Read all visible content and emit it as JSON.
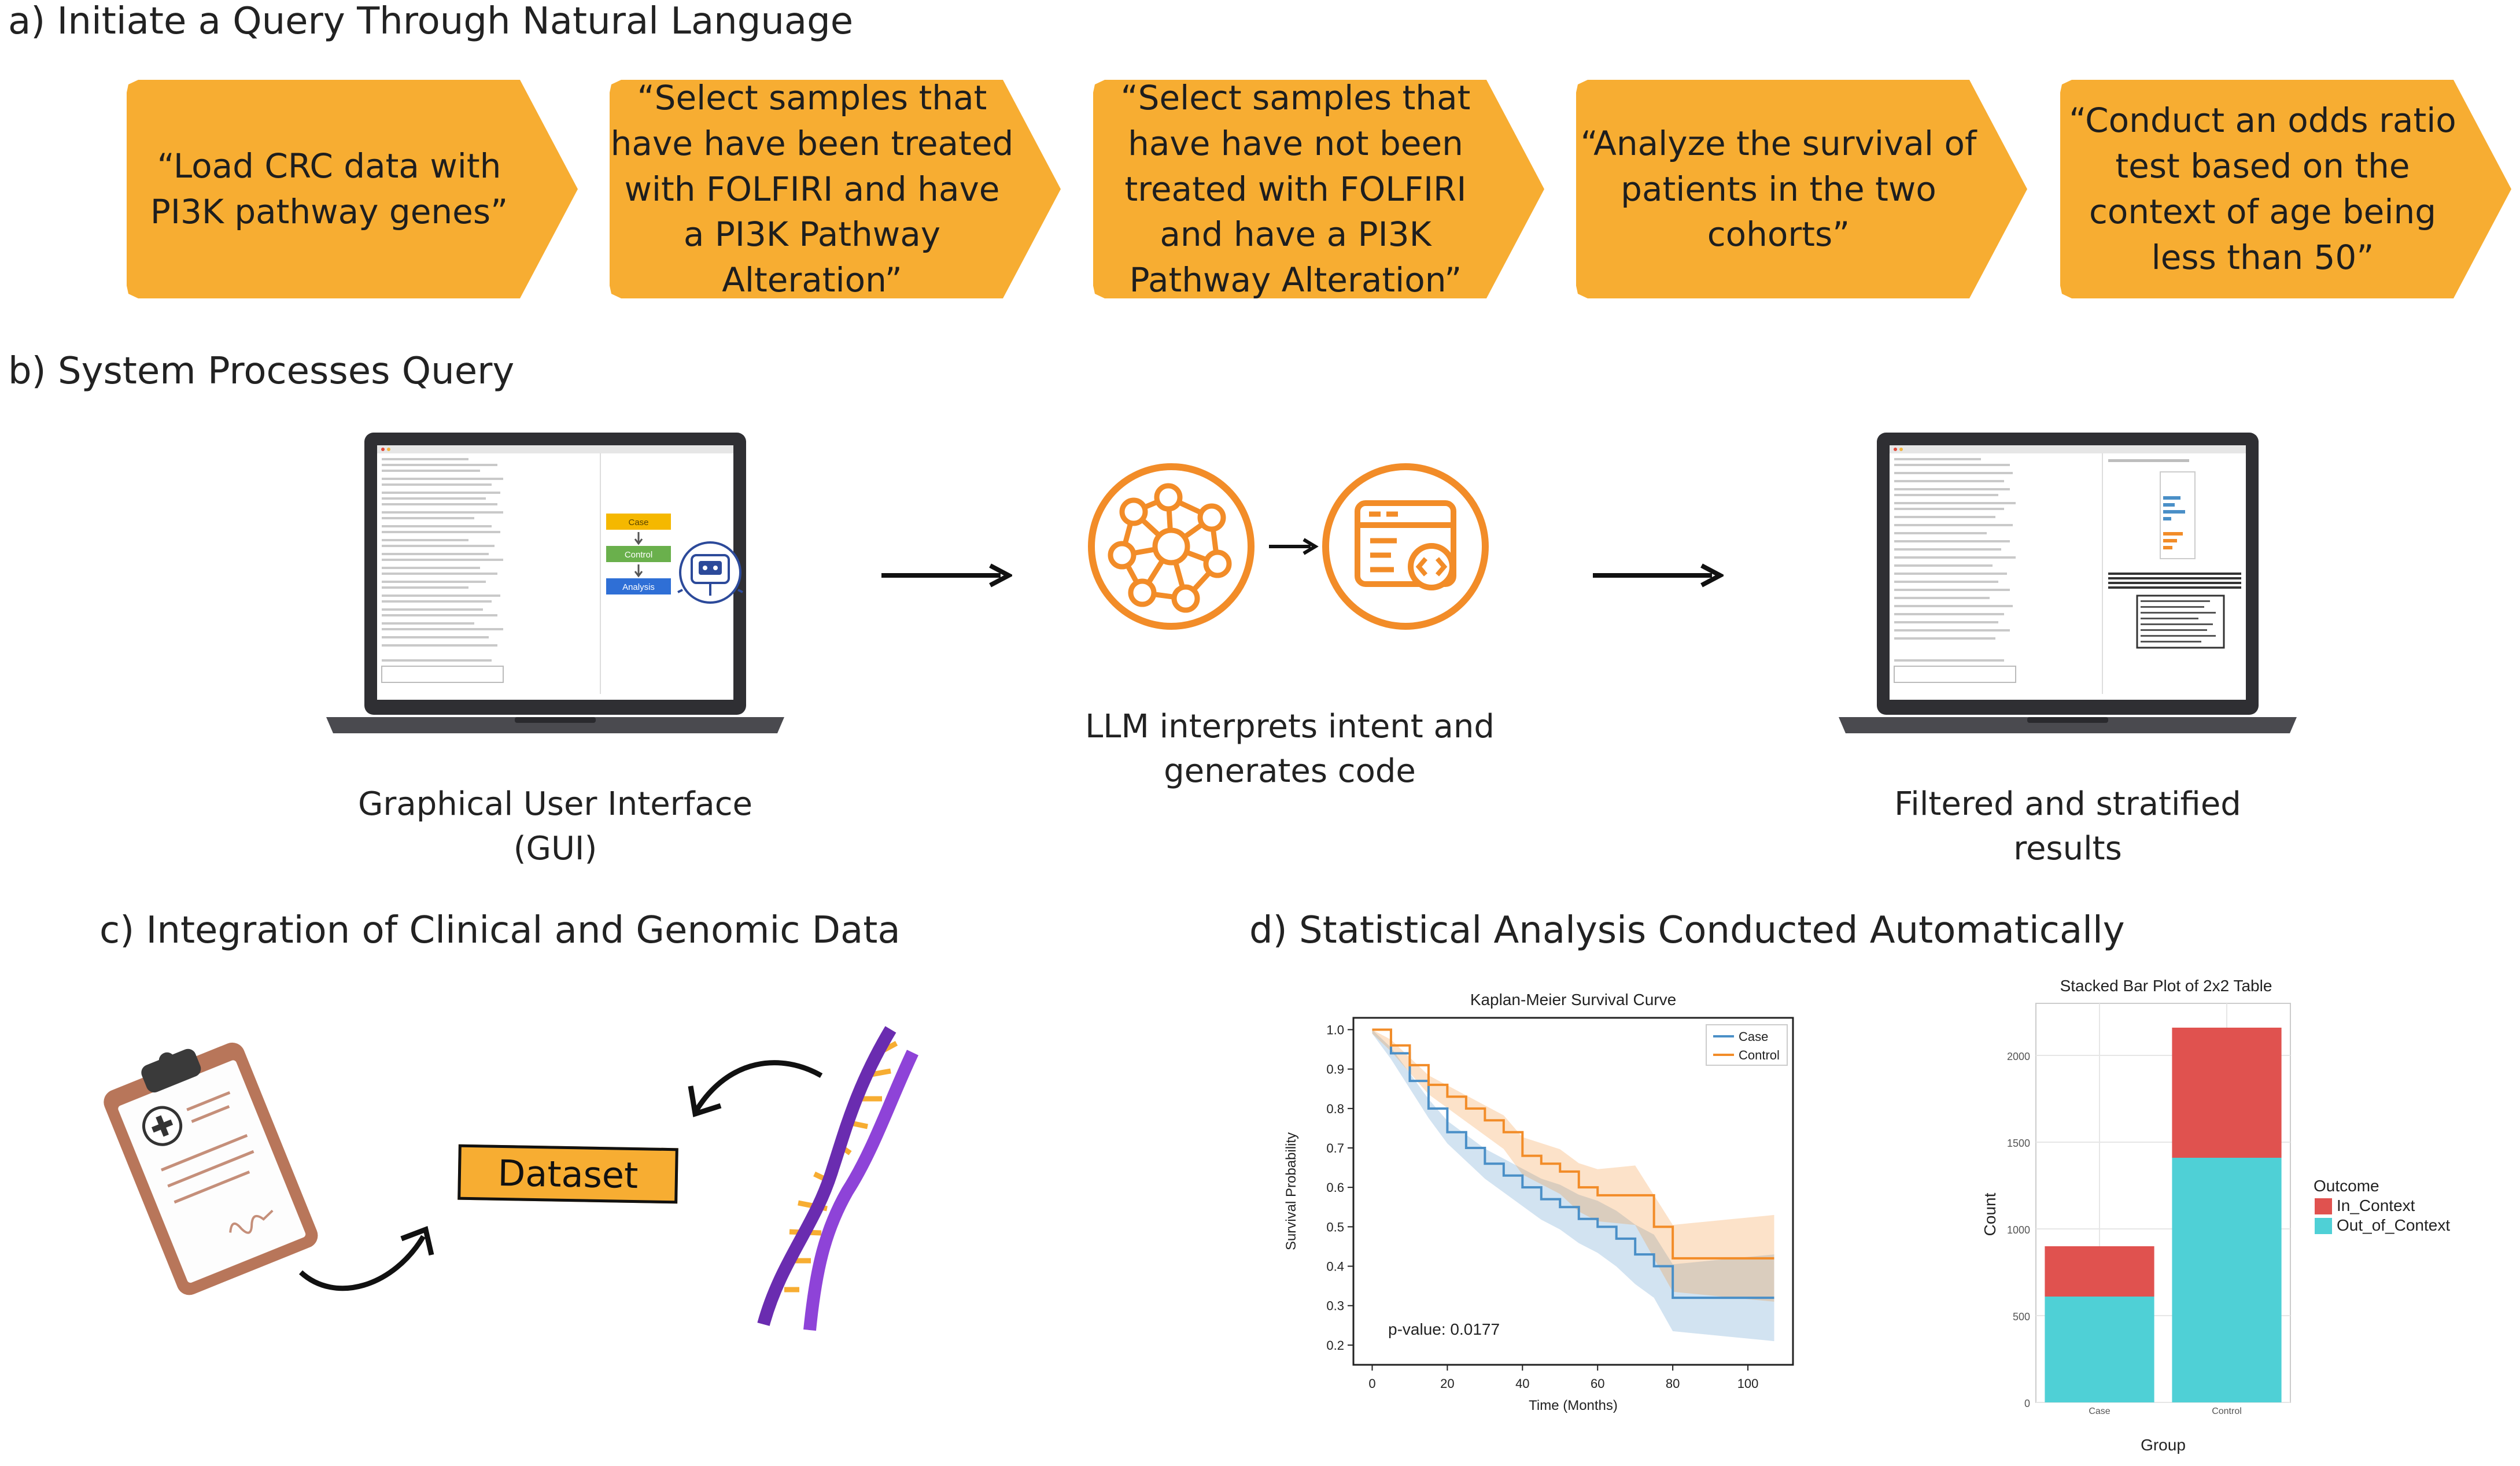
{
  "sections": {
    "a": "a) Initiate a Query Through Natural Language",
    "b": "b) System Processes Query",
    "c": "c) Integration of Clinical and Genomic Data",
    "d": "d) Statistical Analysis Conducted Automatically"
  },
  "query_steps": [
    {
      "text": "“Load CRC data with PI3K pathway genes”"
    },
    {
      "text": "“Select samples that have have been treated with FOLFIRI and have a PI3K Pathway Alteration”"
    },
    {
      "text": "“Select samples that have have not been treated with FOLFIRI and have a PI3K Pathway Alteration”"
    },
    {
      "text": "“Analyze the survival of patients in the two cohorts”"
    },
    {
      "text": "“Conduct an odds ratio test based on the context of age being less than 50”"
    }
  ],
  "process": {
    "gui_caption": "Graphical User Interface (GUI)",
    "llm_caption": "LLM interprets intent and generates code",
    "results_caption": "Filtered and stratified results",
    "gui_flow": [
      "Case",
      "Control",
      "Analysis"
    ],
    "accent_color": "#f28c28"
  },
  "integration": {
    "dataset_label": "Dataset"
  },
  "chart_data": [
    {
      "type": "line",
      "title": "Kaplan-Meier Survival Curve",
      "xlabel": "Time (Months)",
      "ylabel": "Survival Probability",
      "xlim": [
        -5,
        112
      ],
      "ylim": [
        0.15,
        1.03
      ],
      "xticks": [
        "0",
        "20",
        "40",
        "60",
        "80",
        "100"
      ],
      "yticks": [
        "0.2",
        "0.3",
        "0.4",
        "0.5",
        "0.6",
        "0.7",
        "0.8",
        "0.9",
        "1.0"
      ],
      "annotation": "p-value: 0.0177",
      "legend_position": "top-right",
      "series": [
        {
          "name": "Case",
          "color": "#4a8fc7",
          "x": [
            0,
            5,
            10,
            15,
            20,
            25,
            30,
            35,
            40,
            45,
            50,
            55,
            60,
            65,
            70,
            75,
            80,
            85,
            90,
            95,
            100,
            107
          ],
          "y": [
            1.0,
            0.94,
            0.87,
            0.8,
            0.74,
            0.7,
            0.66,
            0.63,
            0.6,
            0.57,
            0.55,
            0.52,
            0.5,
            0.47,
            0.43,
            0.4,
            0.32,
            0.32,
            0.32,
            0.32,
            0.32,
            0.32
          ]
        },
        {
          "name": "Control",
          "color": "#f28c28",
          "x": [
            0,
            5,
            10,
            15,
            20,
            25,
            30,
            35,
            40,
            45,
            50,
            55,
            60,
            65,
            70,
            75,
            80,
            85,
            90,
            95,
            100,
            107
          ],
          "y": [
            1.0,
            0.96,
            0.91,
            0.86,
            0.83,
            0.8,
            0.77,
            0.74,
            0.68,
            0.66,
            0.64,
            0.6,
            0.58,
            0.58,
            0.58,
            0.5,
            0.42,
            0.42,
            0.42,
            0.42,
            0.42,
            0.42
          ]
        }
      ]
    },
    {
      "type": "bar",
      "stacked": true,
      "title": "Stacked Bar Plot of 2x2 Table",
      "xlabel": "Group",
      "ylabel": "Count",
      "ylim": [
        0,
        2300
      ],
      "yticks": [
        "0",
        "500",
        "1000",
        "1500",
        "2000"
      ],
      "categories": [
        "Case",
        "Control"
      ],
      "legend_title": "Outcome",
      "legend_position": "right",
      "series": [
        {
          "name": "In_Context",
          "color": "#e0524f",
          "values": [
            290,
            750
          ]
        },
        {
          "name": "Out_of_Context",
          "color": "#4fd0d6",
          "values": [
            610,
            1410
          ]
        }
      ]
    }
  ]
}
